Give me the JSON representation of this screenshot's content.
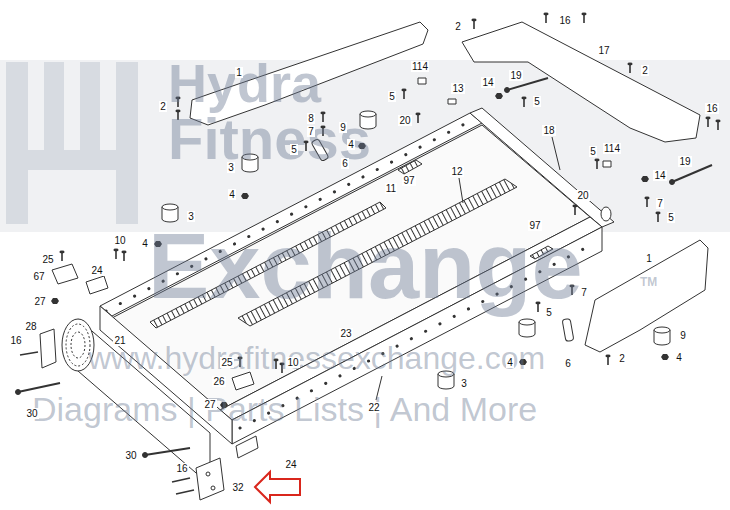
{
  "diagram": {
    "labels": [
      "2",
      "16",
      "17",
      "1",
      "2",
      "2",
      "114",
      "14",
      "19",
      "5",
      "13",
      "5",
      "16",
      "8",
      "9",
      "20",
      "7",
      "4",
      "18",
      "5",
      "5",
      "114",
      "6",
      "3",
      "12",
      "14",
      "19",
      "97",
      "11",
      "4",
      "7",
      "20",
      "3",
      "5",
      "97",
      "10",
      "4",
      "1",
      "25",
      "24",
      "67",
      "7",
      "27",
      "5",
      "28",
      "9",
      "16",
      "23",
      "21",
      "6",
      "2",
      "4",
      "25",
      "10",
      "4",
      "26",
      "3",
      "27",
      "22",
      "30",
      "30",
      "24",
      "16",
      "32",
      "Hydra",
      "Fitness",
      "Exchange",
      "TM",
      "www.hydrafitnessexchange.com",
      "Diagrams | Parts Lists | And More"
    ]
  }
}
